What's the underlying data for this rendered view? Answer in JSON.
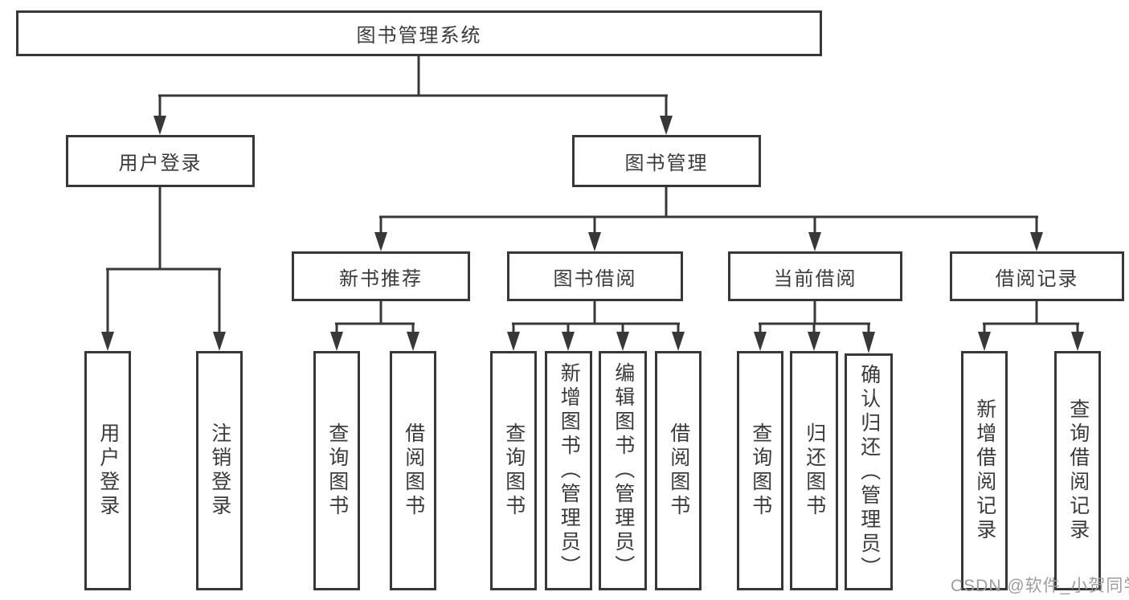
{
  "diagram": {
    "root": {
      "label": "图书管理系统"
    },
    "level2": {
      "user_login": "用户登录",
      "book_mgmt": "图书管理"
    },
    "level3": {
      "new_book_rec": "新书推荐",
      "book_borrow": "图书借阅",
      "current_borrow": "当前借阅",
      "borrow_records": "借阅记录"
    },
    "leaves": {
      "user_login": "用户登录",
      "logout": "注销登录",
      "nb_query_books": "查询图书",
      "nb_borrow_books": "借阅图书",
      "bb_query_books": "查询图书",
      "bb_add_books": "新增图书（管理员）",
      "bb_edit_books": "编辑图书（管理员）",
      "bb_borrow_books": "借阅图书",
      "cb_query_books": "查询图书",
      "cb_return_books": "归还图书",
      "cb_confirm_return": "确认归还（管理员）",
      "br_add_record": "新增借阅记录",
      "br_query_record": "查询借阅记录"
    }
  },
  "watermark": {
    "text": "CSDN @软件_小贺同学"
  },
  "colors": {
    "line": "#383838",
    "text": "#3a3a3a",
    "box_bg": "#ffffff",
    "watermark": "#9d9d9d"
  }
}
